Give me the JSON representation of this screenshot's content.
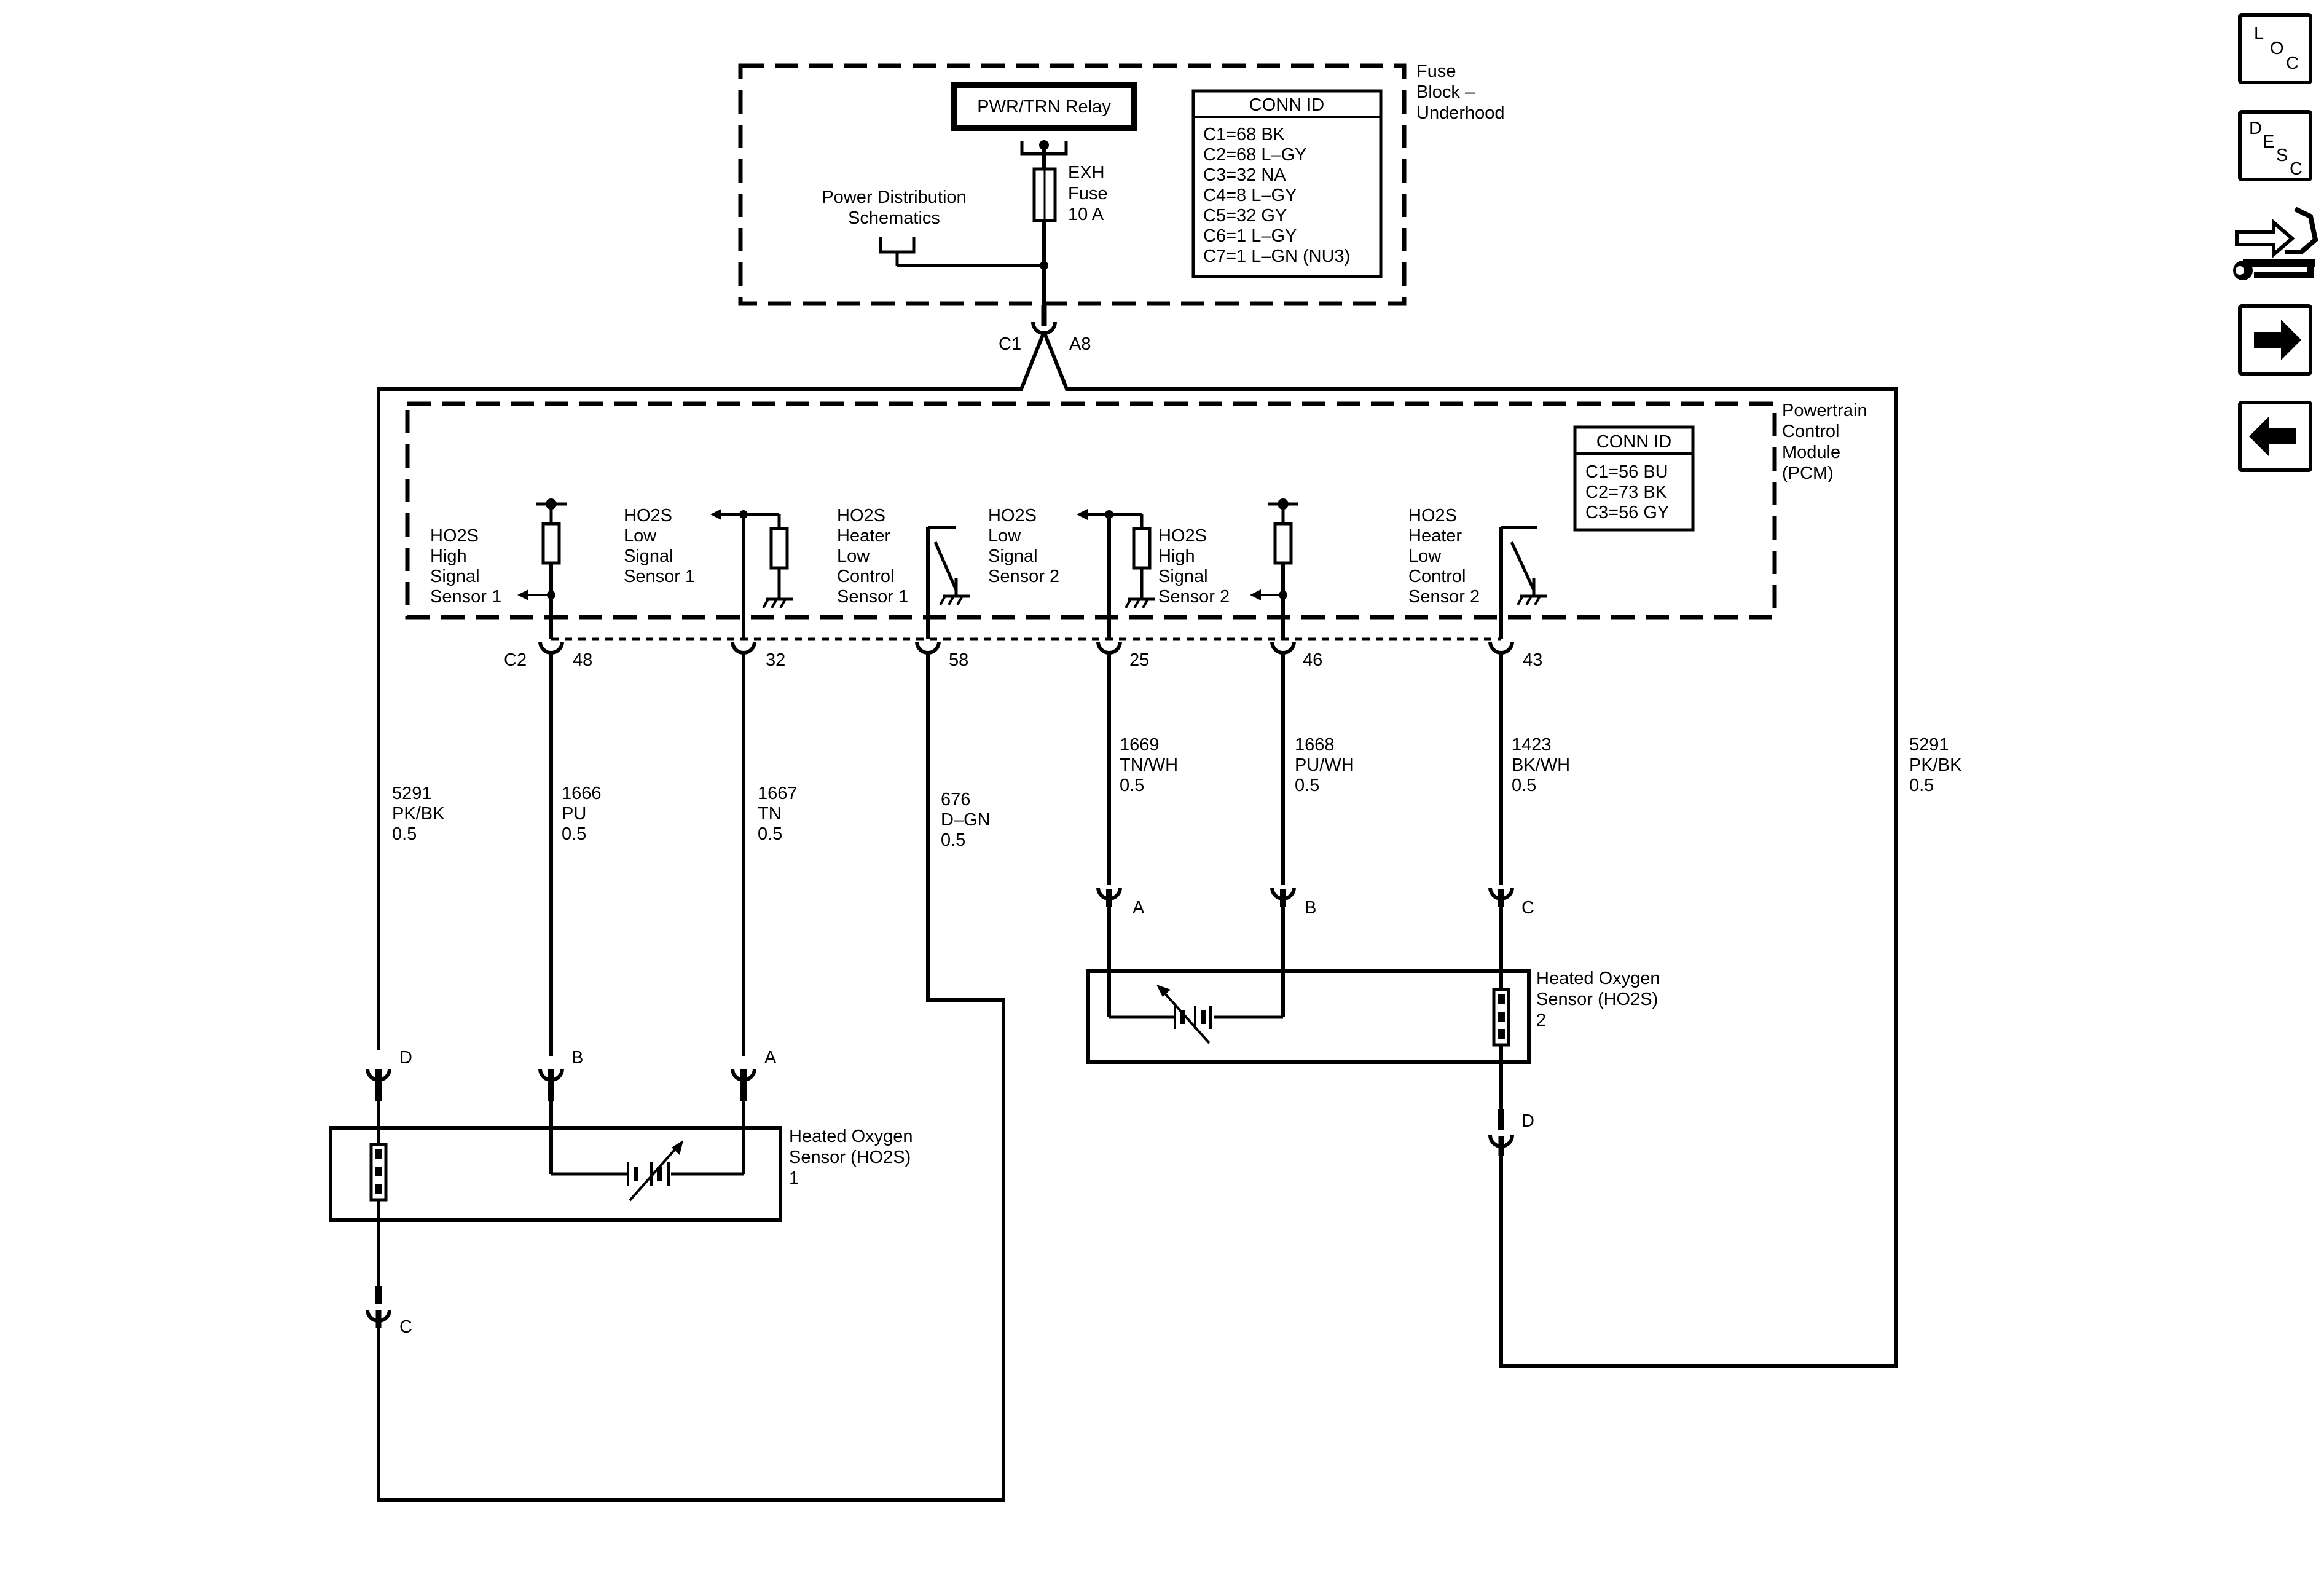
{
  "fuse_block": {
    "name_lines": [
      "Fuse",
      "Block –",
      "Underhood"
    ],
    "relay": "PWR/TRN Relay",
    "fuse_lines": [
      "EXH",
      "Fuse",
      "10 A"
    ],
    "power_dist_lines": [
      "Power Distribution",
      "Schematics"
    ],
    "conn_id": {
      "title": "CONN ID",
      "rows": [
        "C1=68 BK",
        "C2=68 L–GY",
        "C3=32 NA",
        "C4=8 L–GY",
        "C5=32 GY",
        "C6=1 L–GY",
        "C7=1 L–GN (NU3)"
      ]
    },
    "connector": "C1",
    "pin": "A8"
  },
  "pcm": {
    "name_lines": [
      "Powertrain",
      "Control",
      "Module",
      "(PCM)"
    ],
    "conn_id": {
      "title": "CONN ID",
      "rows": [
        "C1=56 BU",
        "C2=73 BK",
        "C3=56 GY"
      ]
    },
    "connector": "C2",
    "signals": [
      [
        "HO2S",
        "High",
        "Signal",
        "Sensor 1"
      ],
      [
        "HO2S",
        "Low",
        "Signal",
        "Sensor 1"
      ],
      [
        "HO2S",
        "Heater",
        "Low",
        "Control",
        "Sensor 1"
      ],
      [
        "HO2S",
        "Low",
        "Signal",
        "Sensor 2"
      ],
      [
        "HO2S",
        "High",
        "Signal",
        "Sensor 2"
      ],
      [
        "HO2S",
        "Heater",
        "Low",
        "Control",
        "Sensor 2"
      ]
    ],
    "pins": [
      "48",
      "32",
      "58",
      "25",
      "46",
      "43"
    ]
  },
  "wires": [
    [
      "5291",
      "PK/BK",
      "0.5"
    ],
    [
      "1666",
      "PU",
      "0.5"
    ],
    [
      "1667",
      "TN",
      "0.5"
    ],
    [
      "676",
      "D–GN",
      "0.5"
    ],
    [
      "1669",
      "TN/WH",
      "0.5"
    ],
    [
      "1668",
      "PU/WH",
      "0.5"
    ],
    [
      "1423",
      "BK/WH",
      "0.5"
    ],
    [
      "5291",
      "PK/BK",
      "0.5"
    ]
  ],
  "sensor1": {
    "name_lines": [
      "Heated Oxygen",
      "Sensor (HO2S)",
      "1"
    ],
    "pins": [
      "D",
      "B",
      "A",
      "C"
    ]
  },
  "sensor2": {
    "name_lines": [
      "Heated Oxygen",
      "Sensor (HO2S)",
      "2"
    ],
    "pins": [
      "A",
      "B",
      "C",
      "D"
    ]
  },
  "nav": {
    "loc": [
      "L",
      "O",
      "C"
    ],
    "desc": [
      "D",
      "E",
      "S",
      "C"
    ],
    "icons": [
      "connector-end-view-icon",
      "next-arrow-icon",
      "previous-arrow-icon"
    ]
  }
}
